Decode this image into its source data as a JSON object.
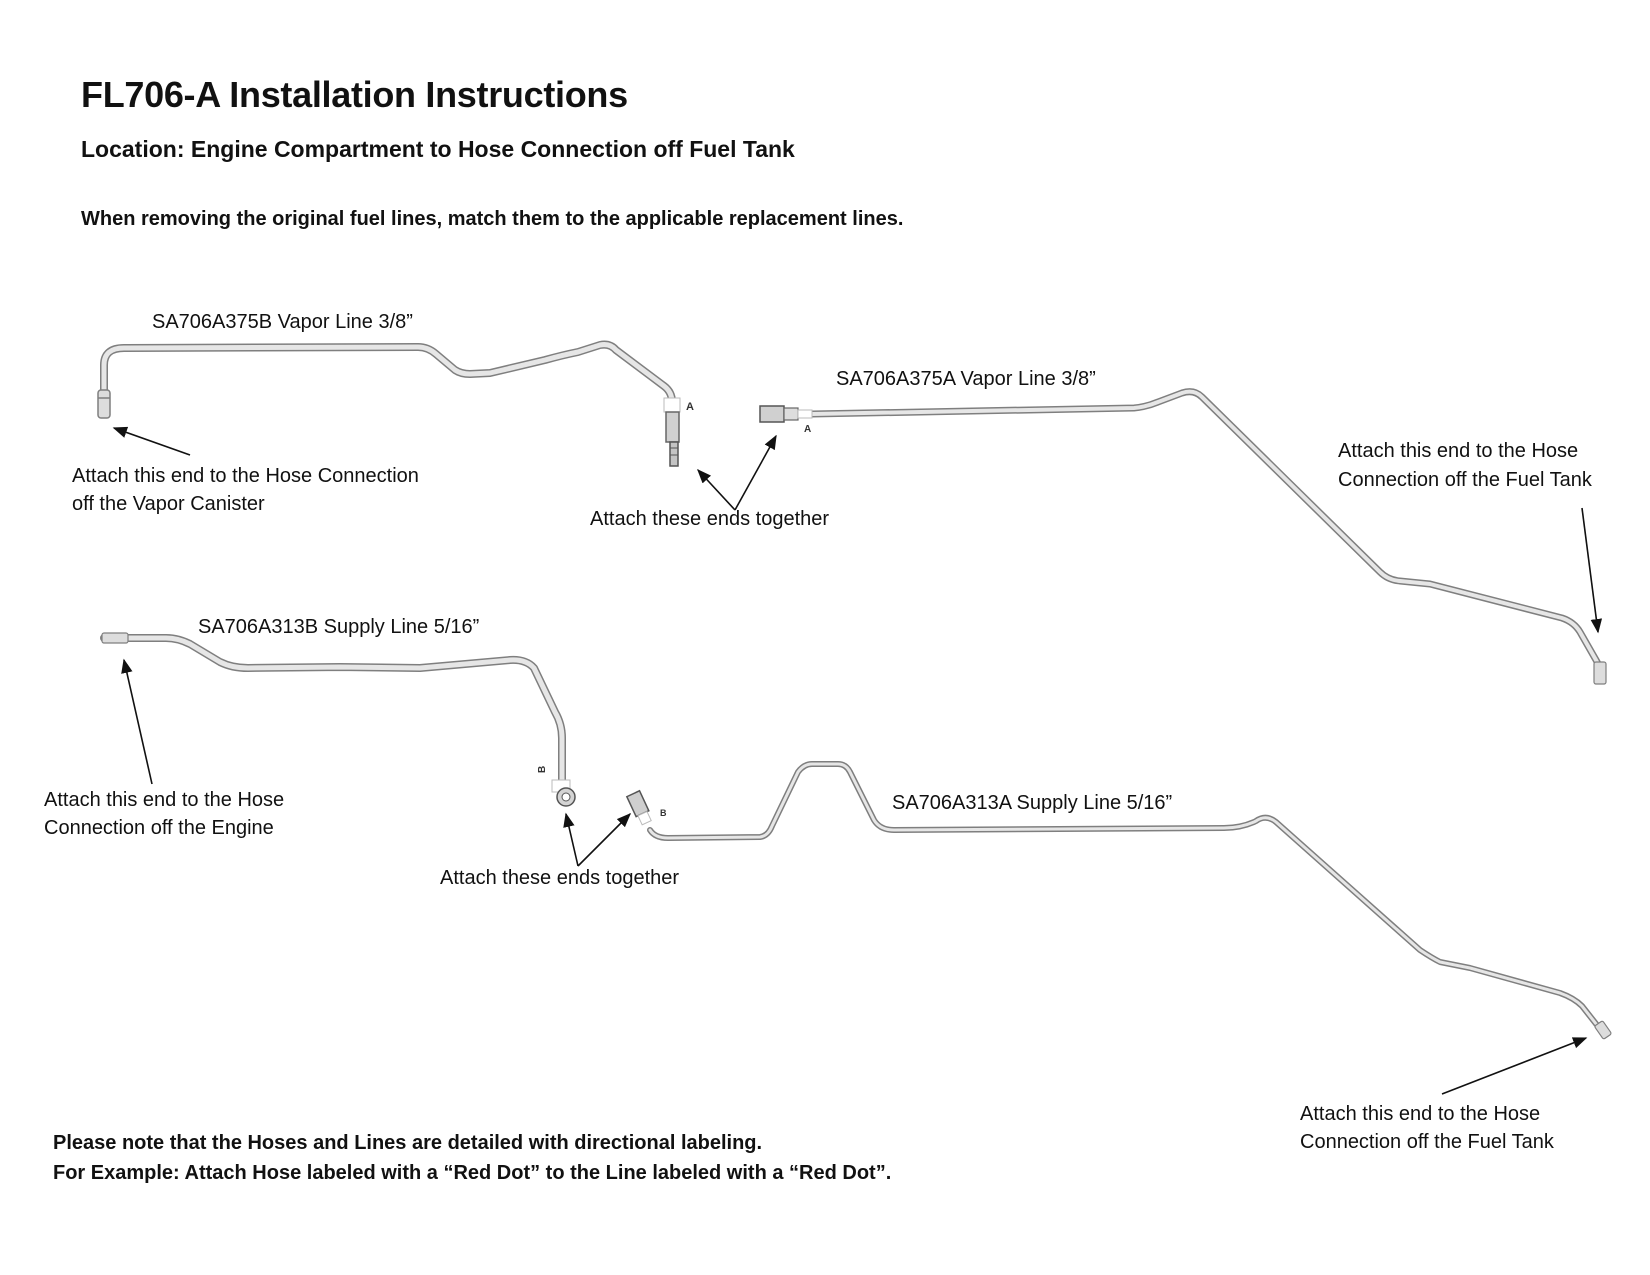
{
  "header": {
    "title": "FL706-A Installation Instructions",
    "subtitle": "Location: Engine Compartment to Hose Connection off Fuel Tank",
    "intro": "When removing the original fuel lines, match them to the applicable replacement lines."
  },
  "lines": {
    "vapor_b": "SA706A375B Vapor Line 3/8”",
    "vapor_a": "SA706A375A Vapor Line 3/8”",
    "supply_b": "SA706A313B Supply Line 5/16”",
    "supply_a": "SA706A313A Supply Line 5/16”"
  },
  "callouts": {
    "vapor_canister": [
      "Attach this end to the Hose Connection",
      "off the Vapor Canister"
    ],
    "vapor_join": "Attach these ends together",
    "vapor_fuel_tank": [
      "Attach this end to the Hose",
      "Connection off the Fuel Tank"
    ],
    "supply_engine": [
      "Attach this end to the Hose",
      "Connection off the Engine"
    ],
    "supply_join": "Attach these ends together",
    "supply_fuel_tank": [
      "Attach this end to the Hose",
      "Connection off the Fuel Tank"
    ]
  },
  "tags": {
    "vapor_b_tag": "A",
    "vapor_a_tag": "A",
    "supply_b_tag": "B",
    "supply_a_tag": "B"
  },
  "footer": {
    "note1": "Please note that the Hoses and Lines are detailed with directional labeling.",
    "note2": "For Example: Attach Hose labeled with a “Red Dot” to the Line labeled with a “Red Dot”."
  },
  "colors": {
    "tube_outline": "#7f7f7f",
    "tube_fill": "#e6e6e6",
    "text": "#111111"
  }
}
